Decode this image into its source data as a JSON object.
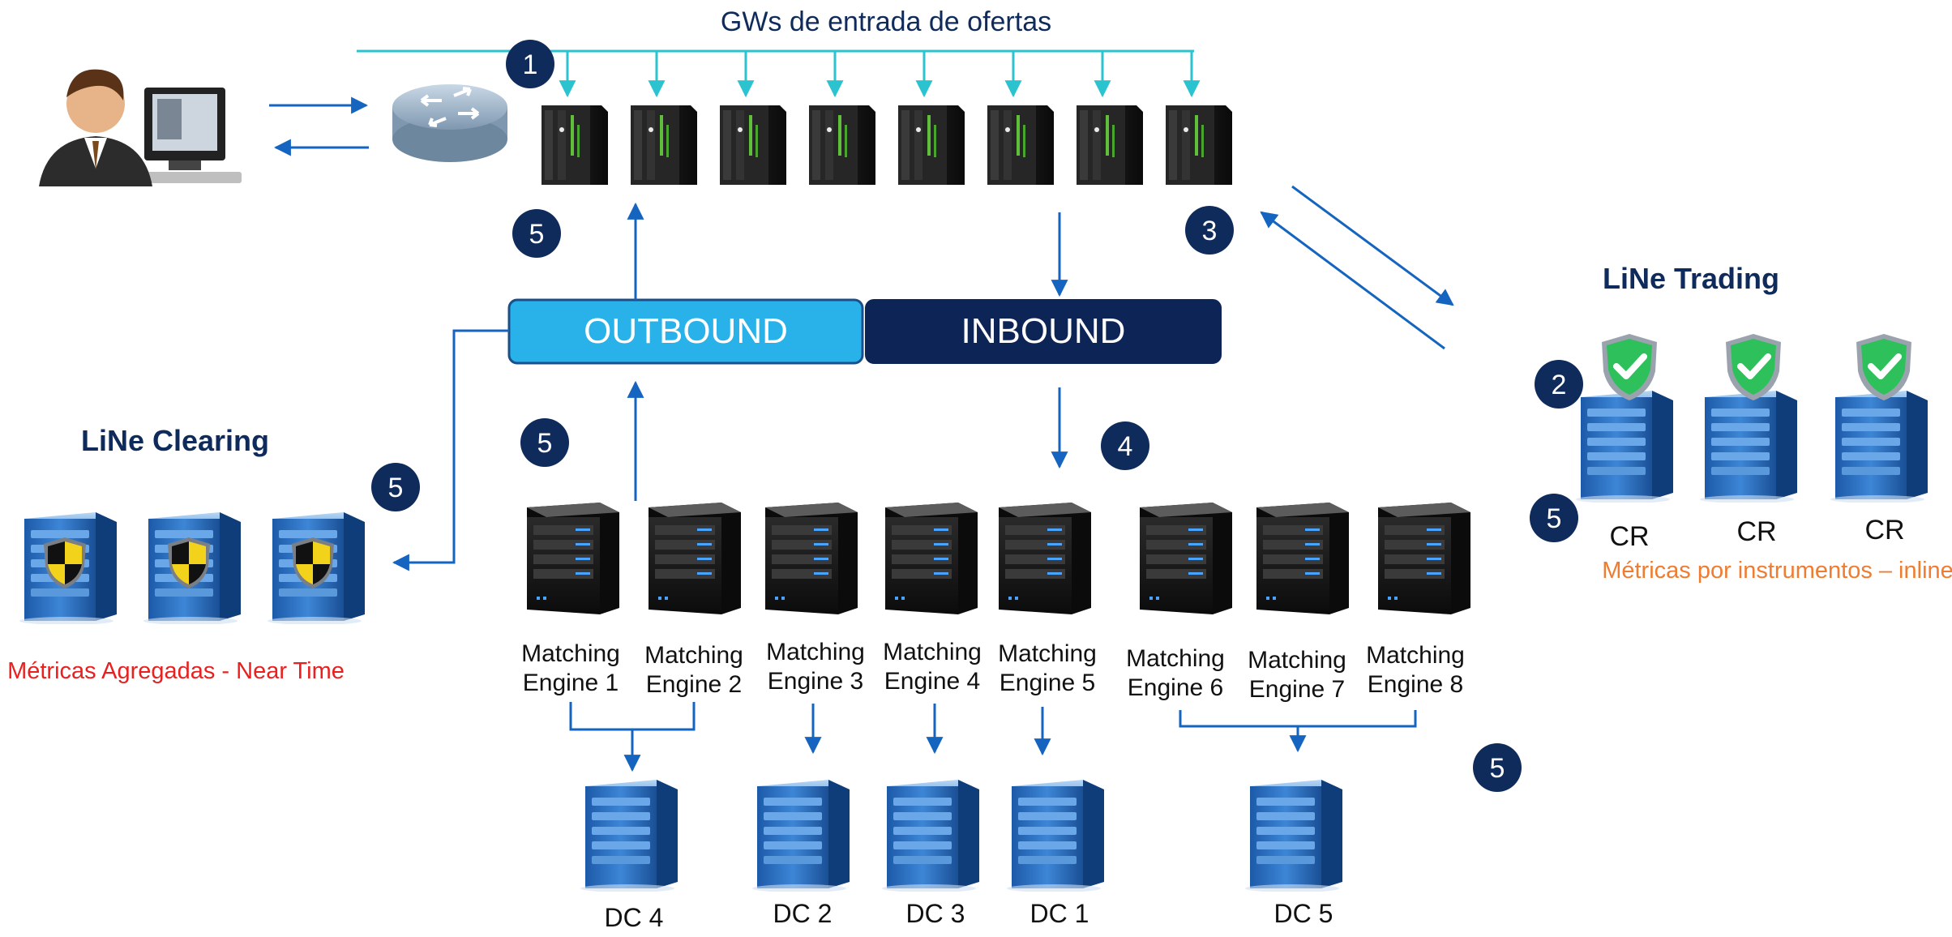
{
  "gateways": {
    "title": "GWs de entrada de ofertas",
    "count": 8
  },
  "step_badges": {
    "gw_top": "1",
    "gw_left": "5",
    "gw_right": "3",
    "trading_top": "2",
    "trading_bottom": "5",
    "clearing": "5",
    "outbound_below": "5",
    "inbound_below": "4",
    "dc_right": "5"
  },
  "bars": {
    "outbound": "OUTBOUND",
    "inbound": "INBOUND"
  },
  "line_clearing": {
    "title": "LiNe Clearing",
    "metrics": "Métricas Agregadas - Near Time",
    "server_count": 3
  },
  "line_trading": {
    "title": "LiNe Trading",
    "servers": [
      "CR",
      "CR",
      "CR"
    ],
    "metrics": "Métricas por instrumentos – inline"
  },
  "engines": [
    {
      "line1": "Matching",
      "line2": "Engine 1"
    },
    {
      "line1": "Matching",
      "line2": "Engine 2"
    },
    {
      "line1": "Matching",
      "line2": "Engine 3"
    },
    {
      "line1": "Matching",
      "line2": "Engine 4"
    },
    {
      "line1": "Matching",
      "line2": "Engine 5"
    },
    {
      "line1": "Matching",
      "line2": "Engine 6"
    },
    {
      "line1": "Matching",
      "line2": "Engine 7"
    },
    {
      "line1": "Matching",
      "line2": "Engine 8"
    }
  ],
  "datacenters": [
    "DC 4",
    "DC 2",
    "DC 3",
    "DC 1",
    "DC 5"
  ],
  "colors": {
    "navy": "#0f2b5b",
    "arrow_blue": "#1565c0",
    "cyan": "#2bc3d0",
    "outbound": "#29b2ea",
    "inbound": "#0d2456",
    "clearing_metrics": "#e82020",
    "trading_metrics": "#ee7d31"
  }
}
